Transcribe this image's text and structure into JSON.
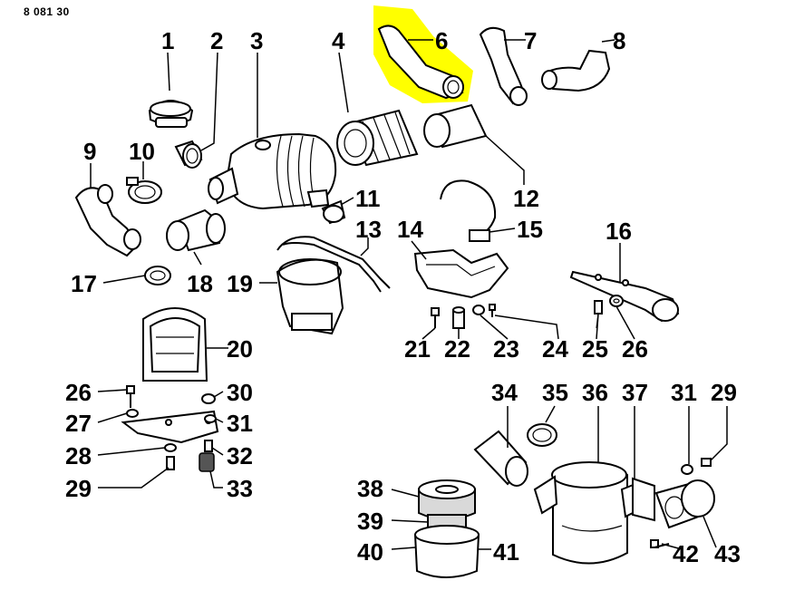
{
  "document": {
    "code": "8 081 30"
  },
  "highlight": {
    "part": "6",
    "color": "#ffff00"
  },
  "callouts": [
    {
      "id": "1",
      "label": "1"
    },
    {
      "id": "2",
      "label": "2"
    },
    {
      "id": "3",
      "label": "3"
    },
    {
      "id": "4",
      "label": "4"
    },
    {
      "id": "6",
      "label": "6"
    },
    {
      "id": "7",
      "label": "7"
    },
    {
      "id": "8",
      "label": "8"
    },
    {
      "id": "9",
      "label": "9"
    },
    {
      "id": "10",
      "label": "10"
    },
    {
      "id": "11",
      "label": "11"
    },
    {
      "id": "12",
      "label": "12"
    },
    {
      "id": "13",
      "label": "13"
    },
    {
      "id": "14",
      "label": "14"
    },
    {
      "id": "15",
      "label": "15"
    },
    {
      "id": "16",
      "label": "16"
    },
    {
      "id": "17",
      "label": "17"
    },
    {
      "id": "18",
      "label": "18"
    },
    {
      "id": "19",
      "label": "19"
    },
    {
      "id": "20",
      "label": "20"
    },
    {
      "id": "21",
      "label": "21"
    },
    {
      "id": "22",
      "label": "22"
    },
    {
      "id": "23",
      "label": "23"
    },
    {
      "id": "24",
      "label": "24"
    },
    {
      "id": "25",
      "label": "25"
    },
    {
      "id": "26a",
      "label": "26"
    },
    {
      "id": "26b",
      "label": "26"
    },
    {
      "id": "27",
      "label": "27"
    },
    {
      "id": "28",
      "label": "28"
    },
    {
      "id": "29a",
      "label": "29"
    },
    {
      "id": "29b",
      "label": "29"
    },
    {
      "id": "30",
      "label": "30"
    },
    {
      "id": "31a",
      "label": "31"
    },
    {
      "id": "31b",
      "label": "31"
    },
    {
      "id": "32",
      "label": "32"
    },
    {
      "id": "33",
      "label": "33"
    },
    {
      "id": "34",
      "label": "34"
    },
    {
      "id": "35",
      "label": "35"
    },
    {
      "id": "36",
      "label": "36"
    },
    {
      "id": "37",
      "label": "37"
    },
    {
      "id": "38",
      "label": "38"
    },
    {
      "id": "39",
      "label": "39"
    },
    {
      "id": "40",
      "label": "40"
    },
    {
      "id": "41",
      "label": "41"
    },
    {
      "id": "42",
      "label": "42"
    },
    {
      "id": "43",
      "label": "43"
    }
  ]
}
